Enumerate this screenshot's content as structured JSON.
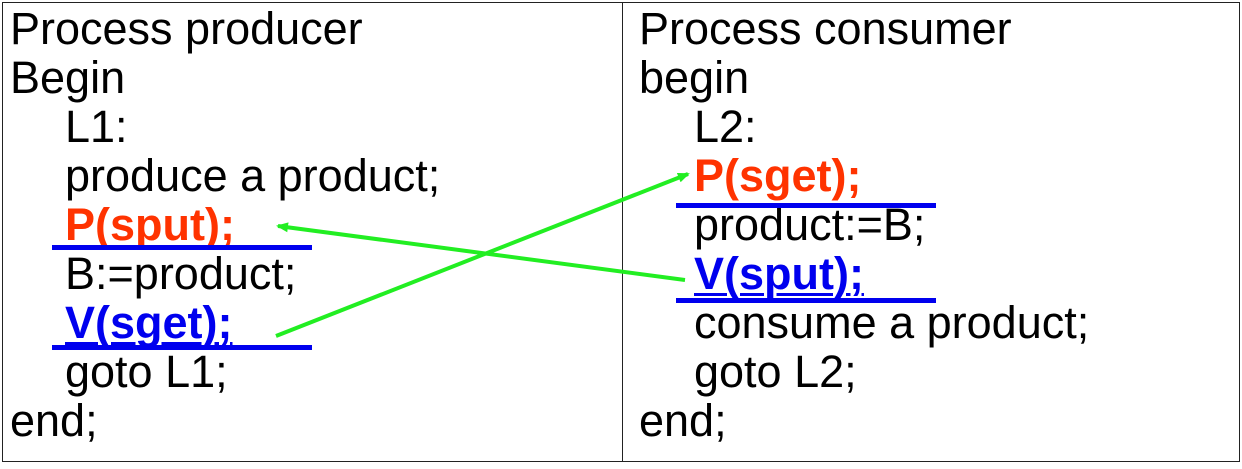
{
  "colors": {
    "text": "#000000",
    "red": "#ff3300",
    "blue": "#0000ee",
    "arrow": "#22ee22",
    "border": "#222222"
  },
  "producer": {
    "title": "Process producer",
    "begin": "Begin",
    "label": "L1:",
    "produce": "produce a product;",
    "p_op": "P(sput);",
    "assign": "B:=product;",
    "v_op": "V(sget);",
    "goto": "goto L1;",
    "end": "end;"
  },
  "consumer": {
    "title": "Process consumer",
    "begin": "begin",
    "label": "L2:",
    "p_op": "P(sget);",
    "assign": "product:=B;",
    "v_op": "V(sput);",
    "consume": "consume a product;",
    "goto": "goto L2;",
    "end": "end;"
  },
  "arrows": [
    {
      "from": "consumer.v_op",
      "to": "producer.p_op"
    },
    {
      "from": "producer.v_op",
      "to": "consumer.p_op"
    }
  ]
}
